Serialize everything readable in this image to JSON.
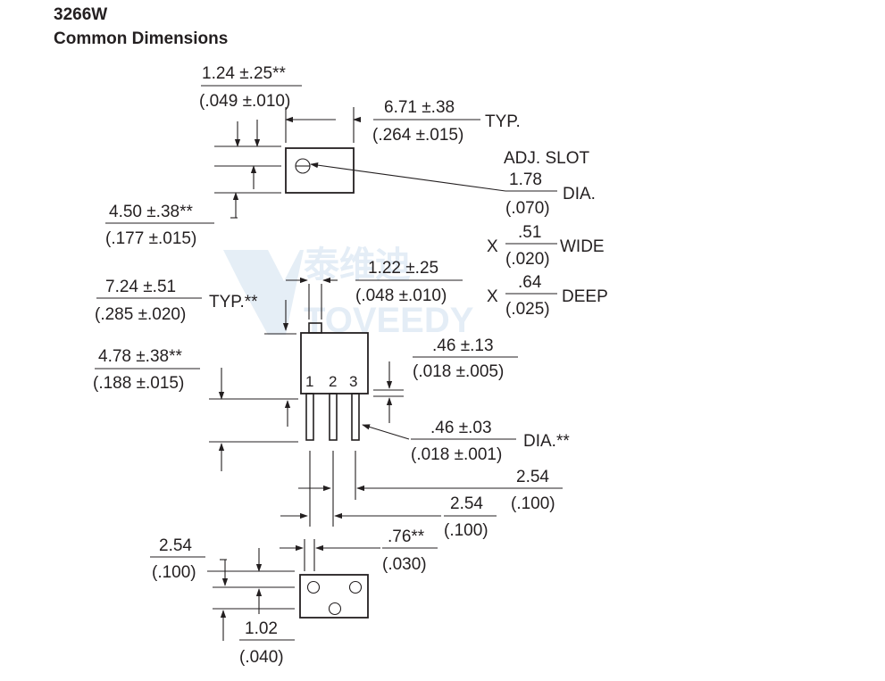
{
  "title": {
    "part": "3266W",
    "subtitle": "Common Dimensions"
  },
  "watermark": {
    "cn": "泰维迪",
    "en": "TOVEEDY"
  },
  "dims": {
    "d1": {
      "mm": "1.24 ±.25**",
      "inch": "(.049 ±.010)"
    },
    "d2": {
      "mm": "6.71 ±.38",
      "inch": "(.264 ±.015)",
      "suffix": "TYP."
    },
    "adj": {
      "label": "ADJ. SLOT",
      "dia_mm": "1.78",
      "dia_inch": "(.070)",
      "dia_suffix": "DIA.",
      "x1": "X",
      "wide_mm": ".51",
      "wide_inch": "(.020)",
      "wide_suffix": "WIDE",
      "x2": "X",
      "deep_mm": ".64",
      "deep_inch": "(.025)",
      "deep_suffix": "DEEP"
    },
    "d3": {
      "mm": "4.50 ±.38**",
      "inch": "(.177 ±.015)"
    },
    "d4": {
      "mm": "1.22 ±.25",
      "inch": "(.048 ±.010)"
    },
    "d5": {
      "mm": "7.24 ±.51",
      "inch": "(.285 ±.020)",
      "suffix": "TYP.**"
    },
    "d6": {
      "mm": "4.78 ±.38**",
      "inch": "(.188 ±.015)"
    },
    "d7": {
      "mm": ".46 ±.13",
      "inch": "(.018 ±.005)"
    },
    "d8": {
      "mm": ".46 ±.03",
      "inch": "(.018 ±.001)",
      "suffix": "DIA.**"
    },
    "d9": {
      "mm": "2.54",
      "inch": "(.100)"
    },
    "d10": {
      "mm": "2.54",
      "inch": "(.100)"
    },
    "d11": {
      "mm": "2.54",
      "inch": "(.100)"
    },
    "d12": {
      "mm": ".76**",
      "inch": "(.030)"
    },
    "d13": {
      "mm": "1.02",
      "inch": "(.040)"
    }
  },
  "pins": [
    "1",
    "2",
    "3"
  ]
}
